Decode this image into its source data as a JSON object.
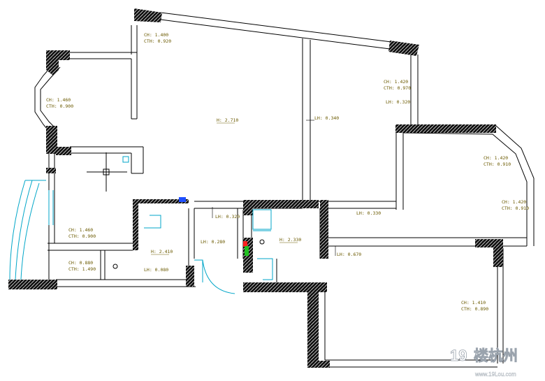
{
  "colors": {
    "wall_fill": "#111111",
    "line": "#000000",
    "label_text": "#6b5a00",
    "fixture_cyan": "#00a6c8",
    "marker_blue": "#1f4fff",
    "marker_red": "#ff2020",
    "marker_green": "#20c020",
    "watermark_stroke": "#9aa3ad"
  },
  "labels": {
    "window_top": [
      "CH: 1.400",
      "CTH: 0.920"
    ],
    "window_left": [
      "CH: 1.460",
      "CTH: 0.900"
    ],
    "window_right_top": [
      "CH: 1.420",
      "CTH: 0.970"
    ],
    "lh_right_top": "LH: 0.320",
    "window_bay_right": [
      "CH: 1.420",
      "CTH: 0.910"
    ],
    "window_bay_right2": [
      "CH: 1.420",
      "CTH: 0.910"
    ],
    "window_lower_left": [
      "CH: 1.460",
      "CTH: 0.900"
    ],
    "window_lower_left2": [
      "CH: 0.880",
      "CTH: 1.490"
    ],
    "window_bottom_right": [
      "CH: 1.410",
      "CTH: 0.890"
    ],
    "height_living": "H: 2.710",
    "lh_partition": "LH: 0.340",
    "lh_corridor": "LH: 0.330",
    "lh_corridor2": "LH: 0.320",
    "lh_door": "LH: 0.280",
    "lh_bath_right": "LH: 0.670",
    "lh_bath_left": "LH: 0.080",
    "height_bath_left": "H: 2.410",
    "height_bath_right": "H: 2.330"
  },
  "watermark": {
    "number": "19",
    "text": "楼杭州",
    "url": "www.19Lou.com"
  }
}
